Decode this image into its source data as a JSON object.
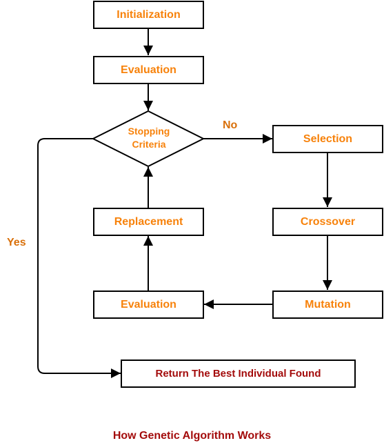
{
  "nodes": {
    "initialization": "Initialization",
    "evaluation_top": "Evaluation",
    "stopping_line1": "Stopping",
    "stopping_line2": "Criteria",
    "selection": "Selection",
    "crossover": "Crossover",
    "mutation": "Mutation",
    "evaluation_bottom": "Evaluation",
    "replacement": "Replacement",
    "return_best": "Return The Best Individual Found"
  },
  "edge_labels": {
    "no": "No",
    "yes": "Yes"
  },
  "caption": "How Genetic Algorithm Works",
  "colors": {
    "node_text": "#F7820B",
    "edge_label": "#D9700A",
    "final_text": "#A30B0B",
    "stroke": "#000000"
  }
}
